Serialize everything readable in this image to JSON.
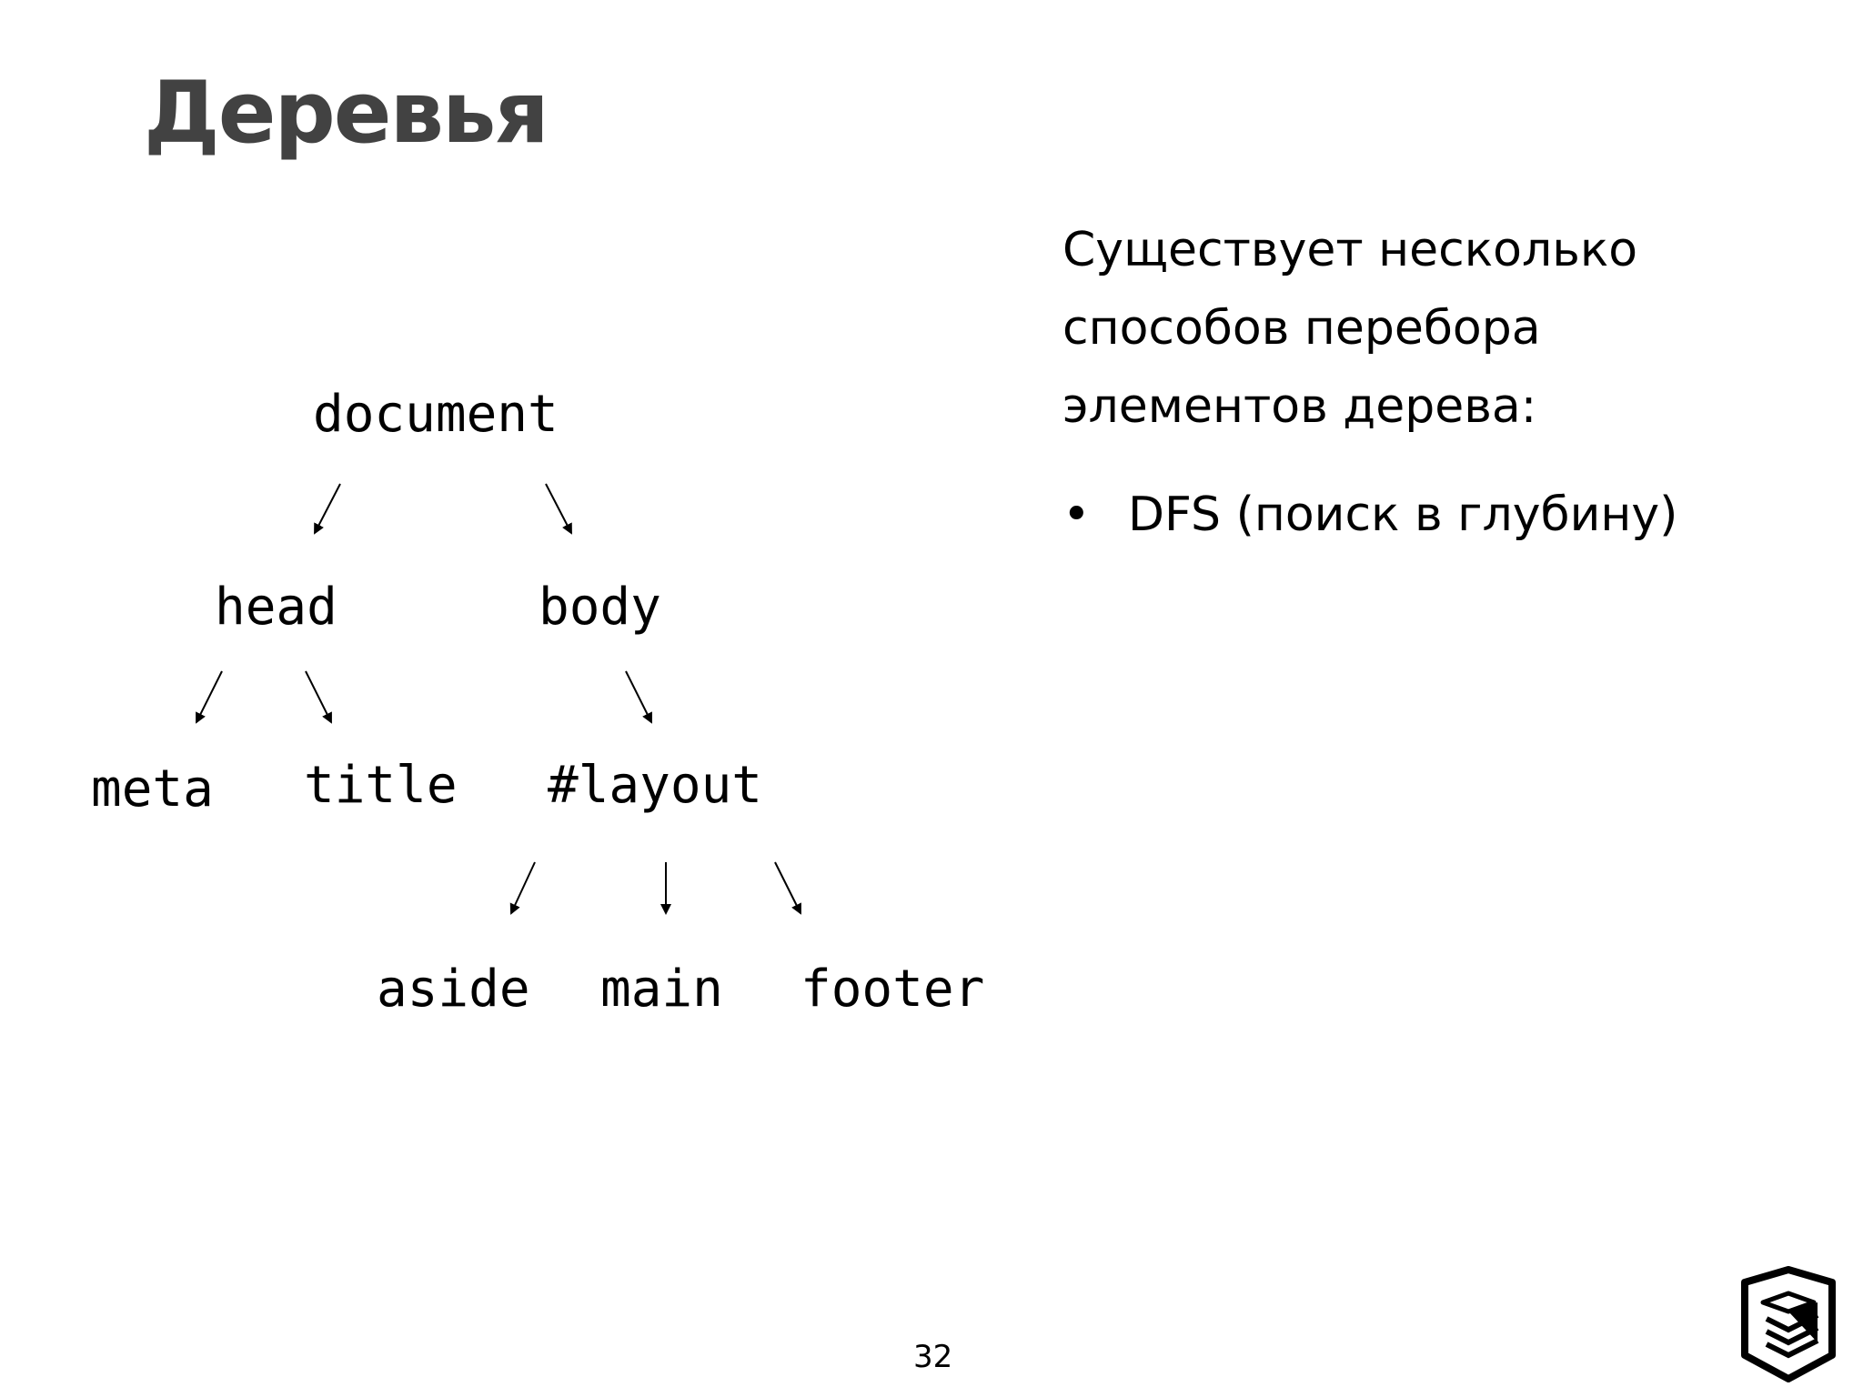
{
  "slide": {
    "title": "Деревья",
    "page_number": "32"
  },
  "tree": {
    "nodes": {
      "document": "document",
      "head": "head",
      "body": "body",
      "meta": "meta",
      "title": "title",
      "layout": "#layout",
      "aside": "aside",
      "main": "main",
      "footer": "footer"
    },
    "edges": [
      [
        "document",
        "head"
      ],
      [
        "document",
        "body"
      ],
      [
        "head",
        "meta"
      ],
      [
        "head",
        "title"
      ],
      [
        "body",
        "#layout"
      ],
      [
        "#layout",
        "aside"
      ],
      [
        "#layout",
        "main"
      ],
      [
        "#layout",
        "footer"
      ]
    ]
  },
  "description": {
    "lines": [
      "Существует несколько",
      "способов перебора",
      "элементов дерева:"
    ],
    "bullets": [
      {
        "marker": "•",
        "text": "DFS (поиск в глубину)"
      }
    ]
  },
  "logo": {
    "icon": "shield-logo-icon"
  }
}
